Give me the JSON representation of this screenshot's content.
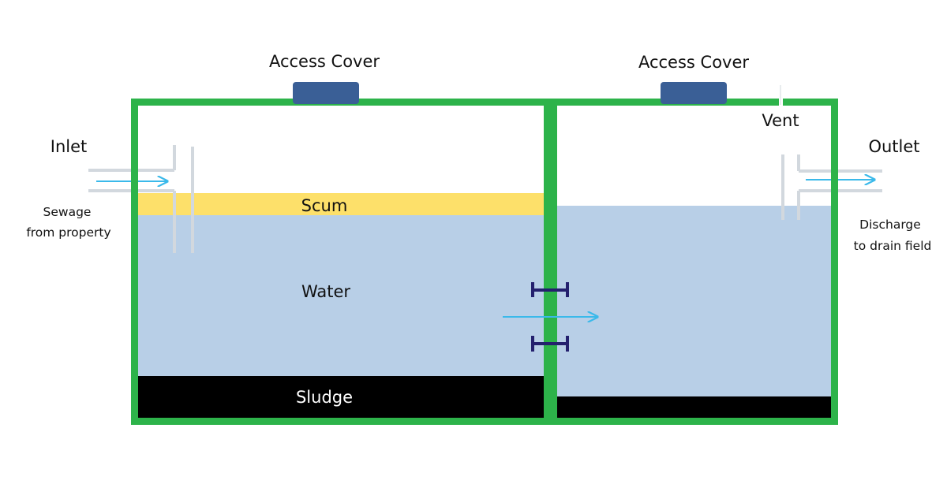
{
  "labels": {
    "access_cover_left": "Access Cover",
    "access_cover_right": "Access Cover",
    "vent": "Vent",
    "inlet": "Inlet",
    "outlet": "Outlet",
    "sewage_line1": "Sewage",
    "sewage_line2": "from property",
    "discharge_line1": "Discharge",
    "discharge_line2": "to drain field",
    "scum": "Scum",
    "water": "Water",
    "sludge": "Sludge"
  },
  "colors": {
    "tank_wall": "#2db34a",
    "water": "#b8cfe7",
    "scum": "#fde06a",
    "sludge": "#000000",
    "access_cover": "#3a5f96",
    "pipe": "#d2d8de",
    "flow_arrow": "#3ab9ea",
    "baffle": "#24206e"
  }
}
